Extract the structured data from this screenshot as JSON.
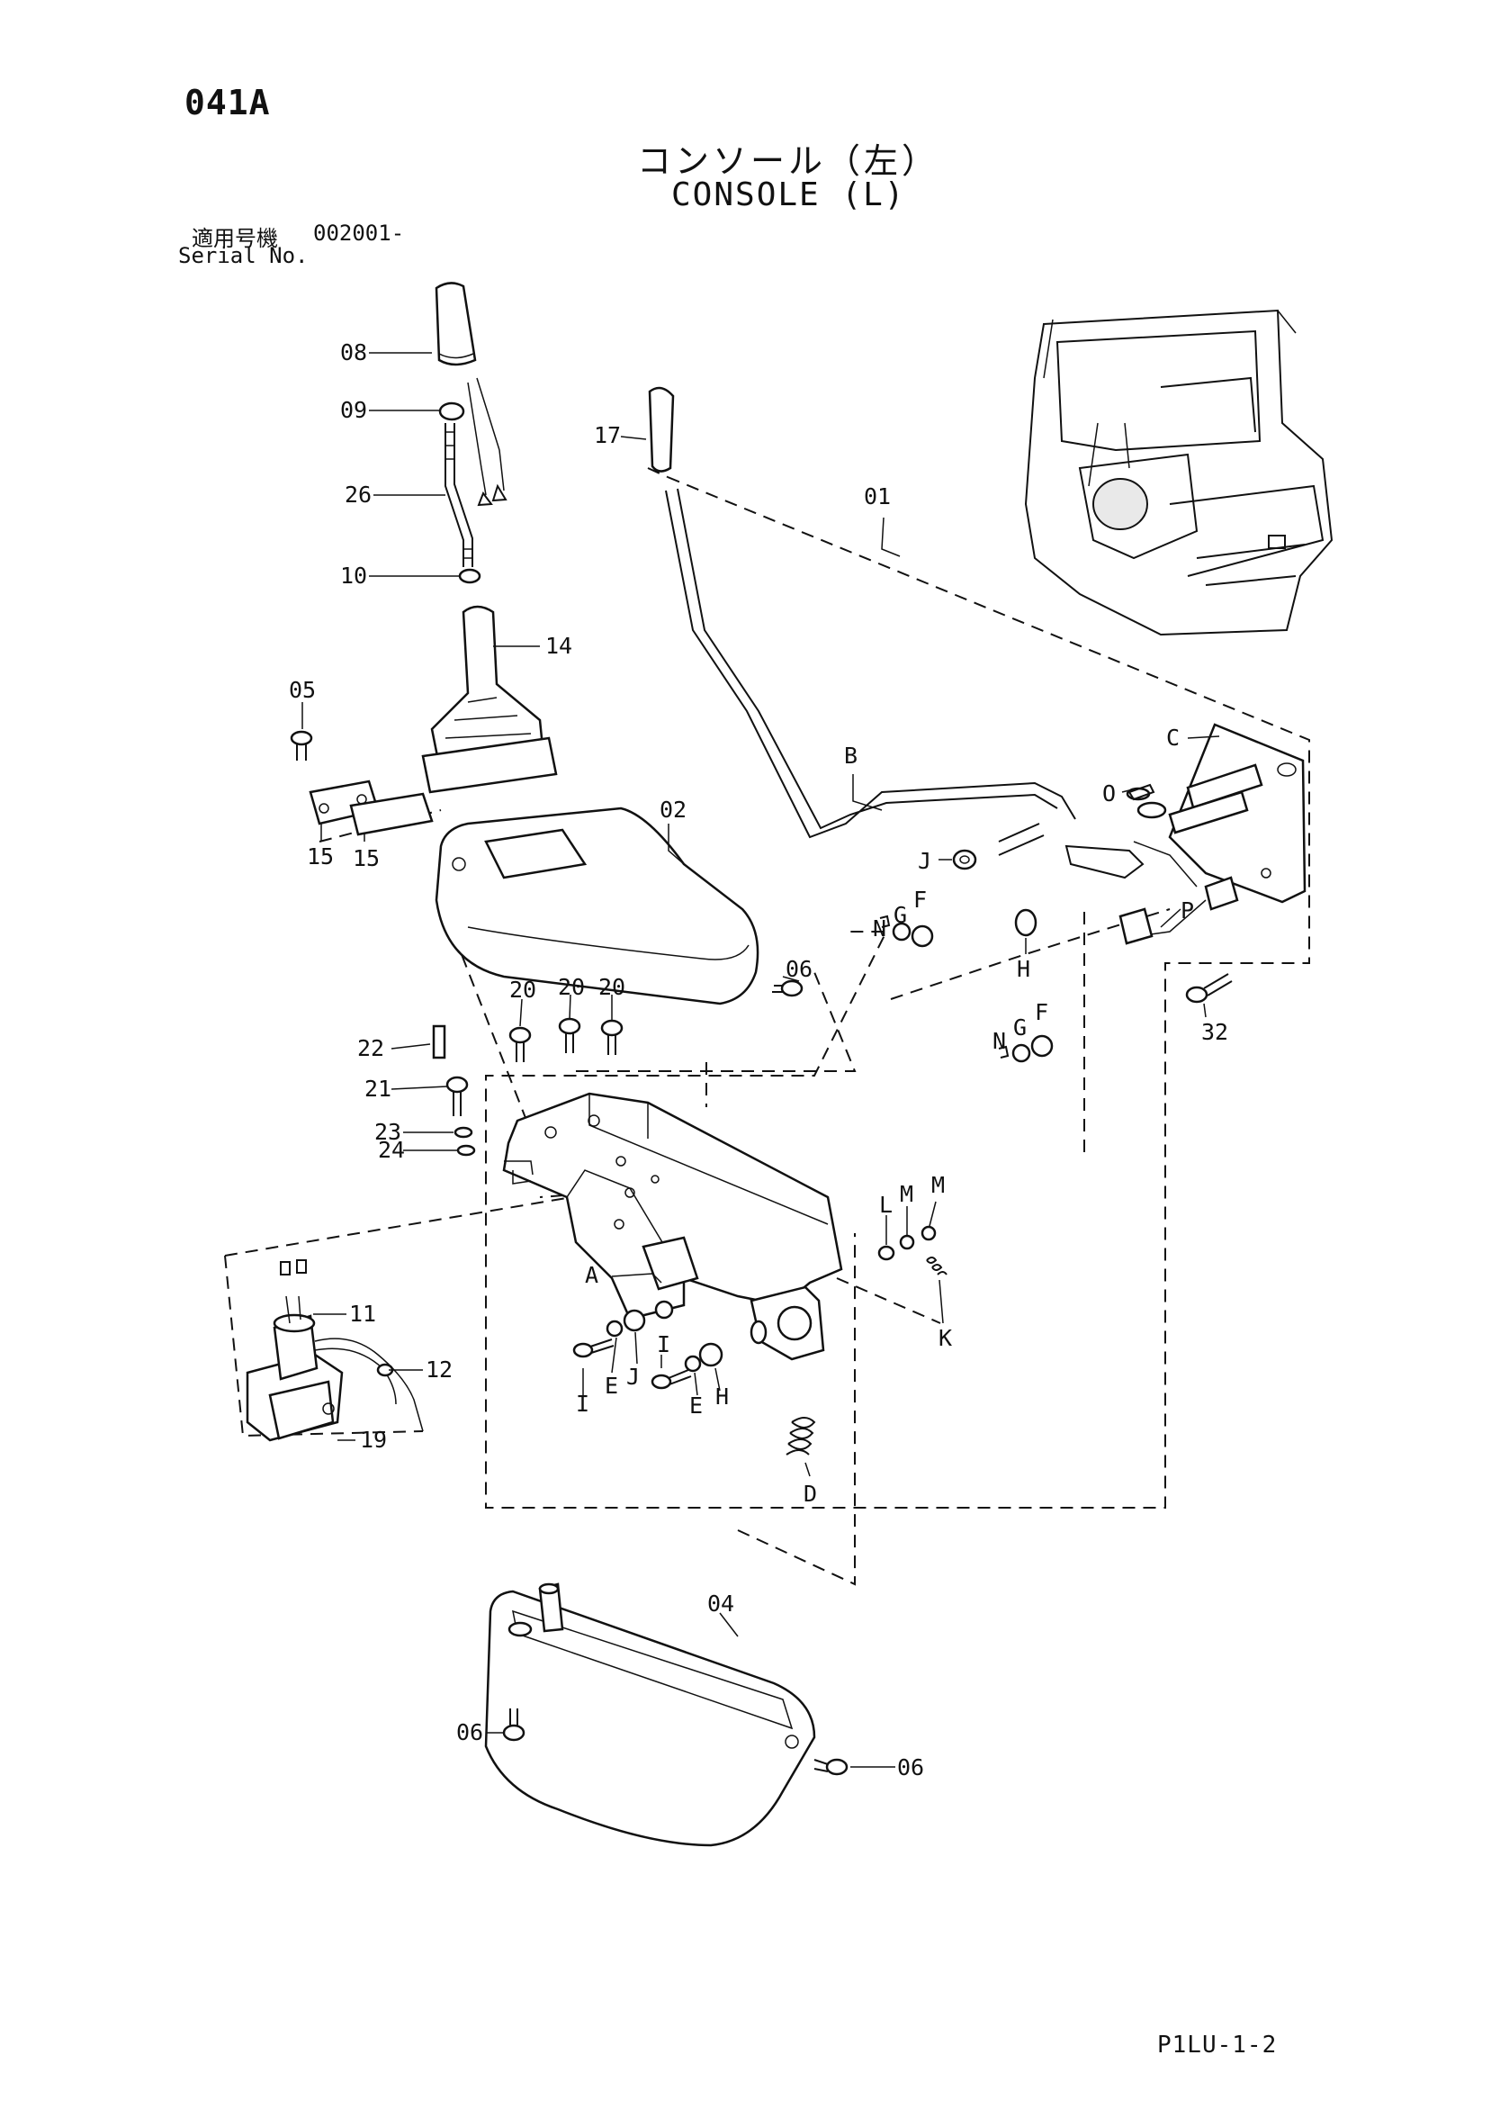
{
  "header": {
    "page_code": "041A",
    "title_jp": "コンソール（左）",
    "title_en": "CONSOLE (L)",
    "serial_label_jp": "適用号機",
    "serial_value": "002001-",
    "serial_label_en": "Serial No."
  },
  "footer": {
    "doc_code": "P1LU-1-2"
  },
  "callouts": [
    "08",
    "09",
    "26",
    "10",
    "14",
    "17",
    "01",
    "05",
    "15",
    "15",
    "02",
    "06",
    "B",
    "C",
    "O",
    "J",
    "N",
    "G",
    "F",
    "H",
    "P",
    "32",
    "N",
    "G",
    "F",
    "20",
    "20",
    "20",
    "22",
    "21",
    "23",
    "24",
    "L",
    "M",
    "M",
    "K",
    "A",
    "11",
    "12",
    "19",
    "I",
    "J",
    "E",
    "I",
    "H",
    "E",
    "D",
    "04",
    "06",
    "06"
  ]
}
